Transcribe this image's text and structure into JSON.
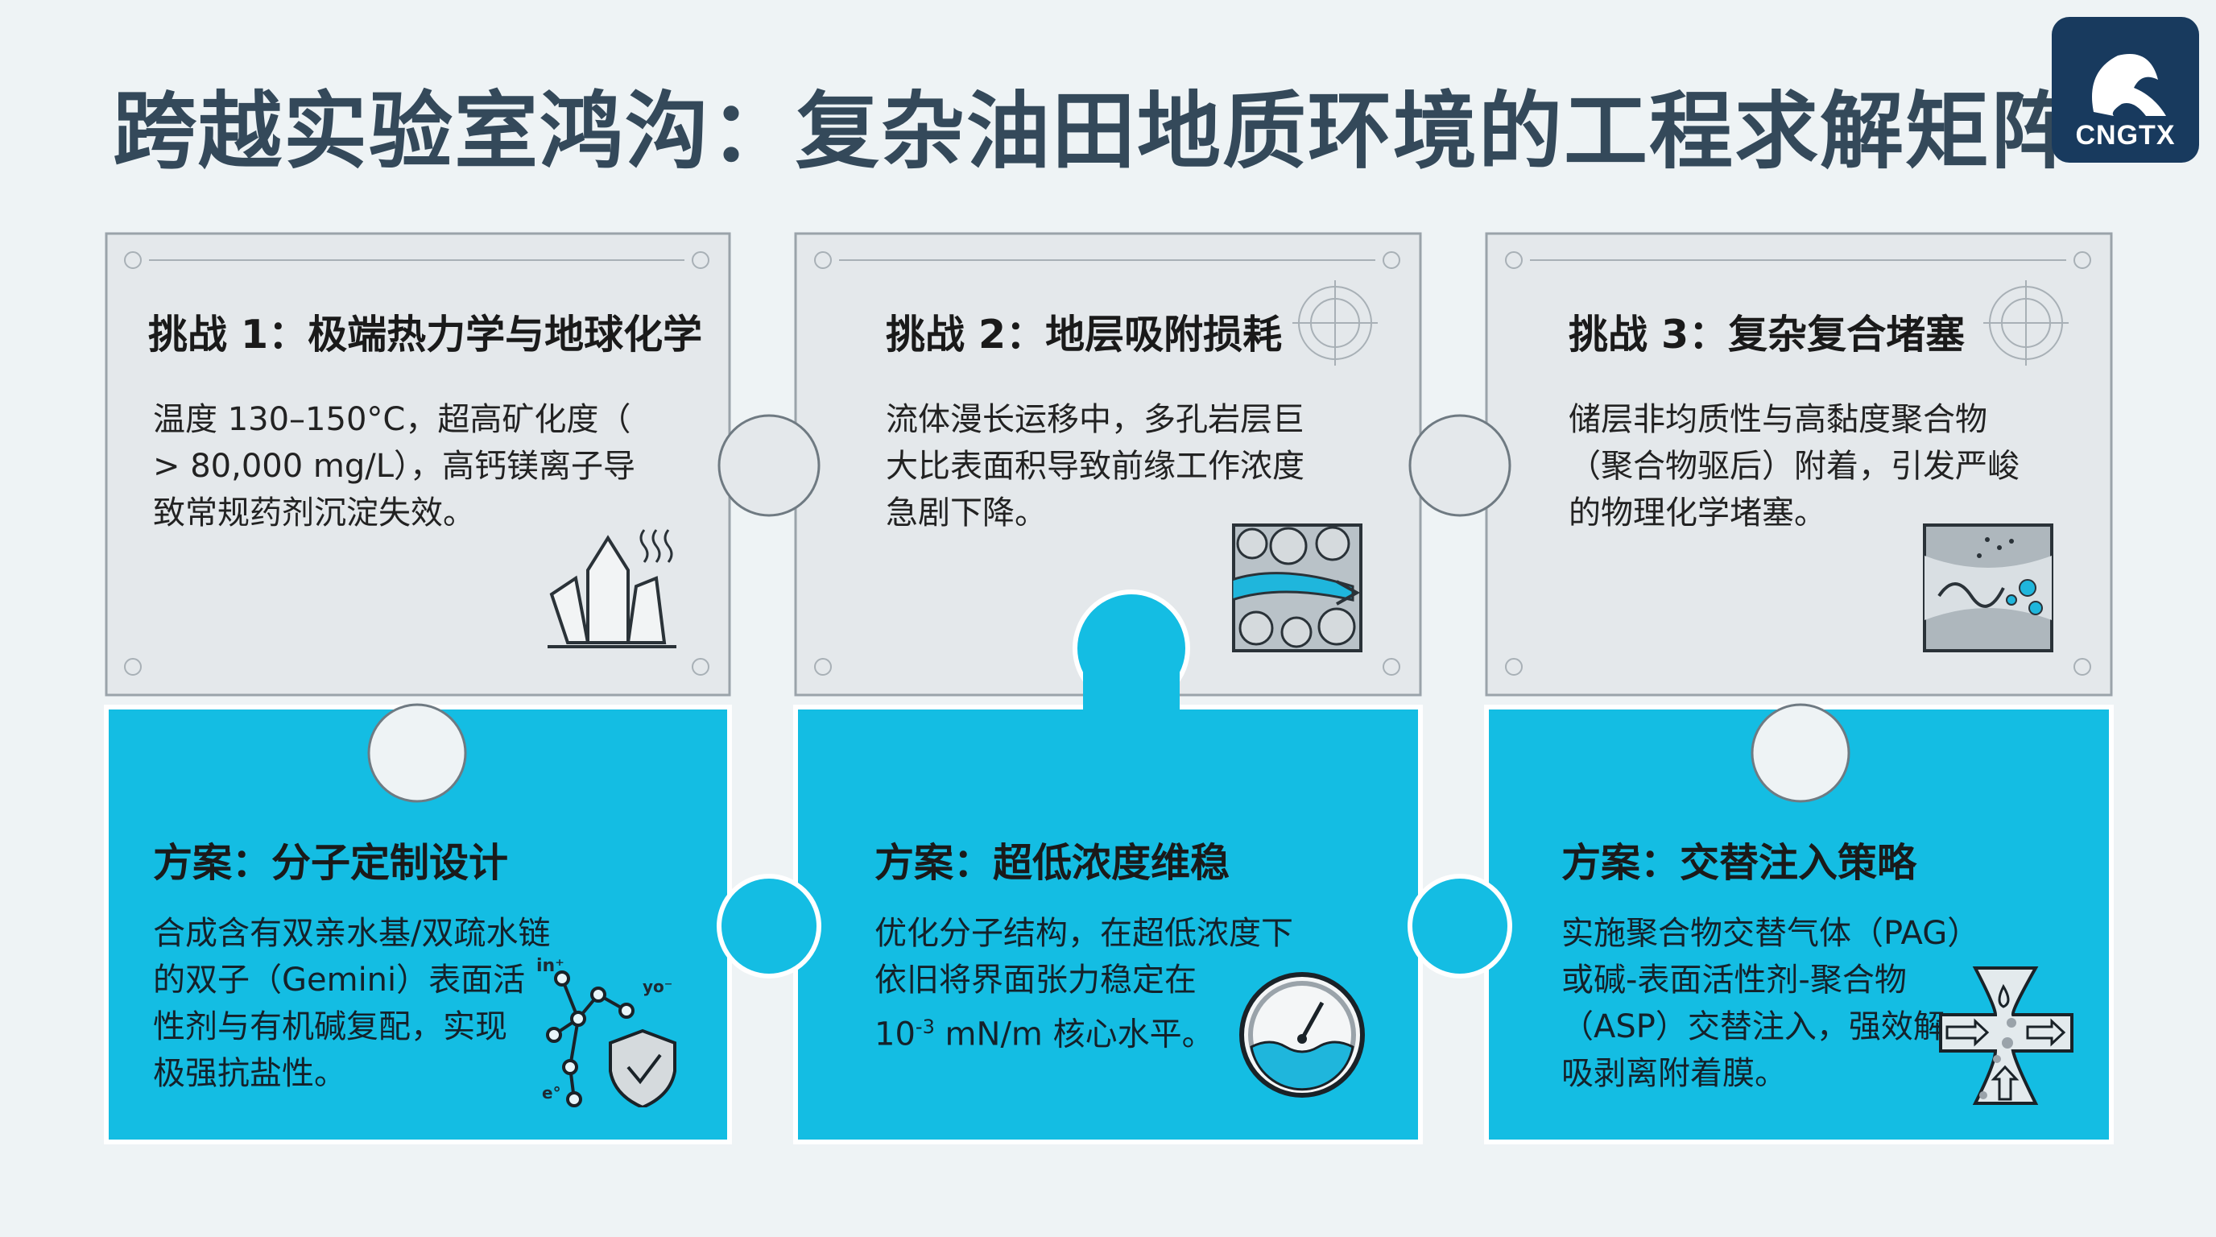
{
  "title": "跨越实验室鸿沟：复杂油田地质环境的工程求解矩阵",
  "logo": {
    "text": "CNGTX",
    "icon": "lion-logo-icon",
    "color": "#183a5e"
  },
  "colors": {
    "challenge_panel": "#e4e8eb",
    "solution_panel": "#14bde3",
    "background": "#eef3f5"
  },
  "challenges": [
    {
      "title": "挑战 1：极端热力学与地球化学",
      "body": "温度 130–150°C，超高矿化度（\n> 80,000 mg/L），高钙镁离子导\n致常规药剂沉淀失效。",
      "icon": "crystal-heat-icon"
    },
    {
      "title": "挑战 2：地层吸附损耗",
      "body": "流体漫长运移中，多孔岩层巨\n大比表面积导致前缘工作浓度\n急剧下降。",
      "icon": "porous-flow-icon"
    },
    {
      "title": "挑战 3：复杂复合堵塞",
      "body": "储层非均质性与高黏度聚合物\n（聚合物驱后）附着，引发严峻\n的物理化学堵塞。",
      "icon": "pore-clog-icon"
    }
  ],
  "solutions": [
    {
      "title": "方案：分子定制设计",
      "body": "合成含有双亲水基/双疏水链\n的双子（Gemini）表面活\n性剂与有机碱复配，实现\n极强抗盐性。",
      "icon": "molecule-shield-icon",
      "icon_labels": [
        "in⁺",
        "yo⁻",
        "e°"
      ]
    },
    {
      "title": "方案：超低浓度维稳",
      "body_pre": "优化分子结构，在超低浓度下\n依旧将界面张力稳定在\n10",
      "body_sup": "-3",
      "body_post": " mN/m 核心水平。",
      "icon": "gauge-icon"
    },
    {
      "title": "方案：交替注入策略",
      "body": "实施聚合物交替气体（PAG）\n或碱-表面活性剂-聚合物\n（ASP）交替注入，强效解\n吸剥离附着膜。",
      "icon": "pore-throat-flow-icon"
    }
  ]
}
